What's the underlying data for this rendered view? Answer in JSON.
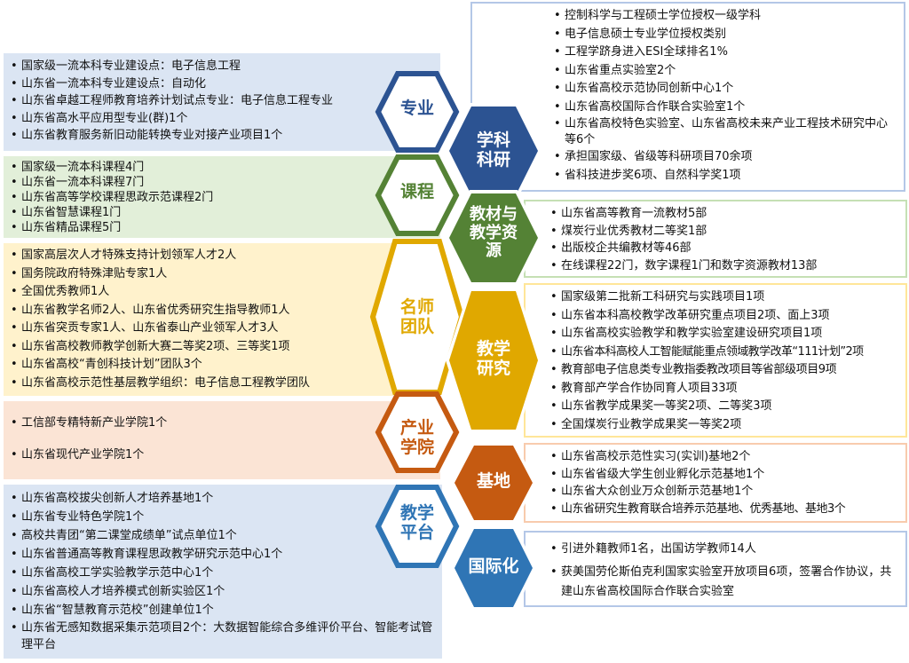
{
  "colors": {
    "blue_dark": "#2c5392",
    "blue_light": "#dbe5f3",
    "green": "#548235",
    "green_light": "#e2efd9",
    "gold": "#e0a800",
    "gold_light": "#fff2cc",
    "orange": "#c55a11",
    "orange_light": "#fbe4d5",
    "teal_blue": "#2f75b5"
  },
  "left_hexes": [
    {
      "label": "专业",
      "color": "#2c5392"
    },
    {
      "label": "课程",
      "color": "#548235"
    },
    {
      "label": "名师\n团队",
      "color": "#e0a800"
    },
    {
      "label": "产业\n学院",
      "color": "#c55a11"
    },
    {
      "label": "教学\n平台",
      "color": "#2f75b5"
    }
  ],
  "right_hexes": [
    {
      "label": "学科\n科研",
      "color": "#2c5392"
    },
    {
      "label": "教材与\n教学资\n源",
      "color": "#548235"
    },
    {
      "label": "教学\n研究",
      "color": "#e0a800"
    },
    {
      "label": "基地",
      "color": "#c55a11"
    },
    {
      "label": "国际化",
      "color": "#2f75b5"
    }
  ],
  "left_panels": {
    "major": [
      "国家级一流本科专业建设点：电子信息工程",
      "山东省一流本科专业建设点：自动化",
      "山东省卓越工程师教育培养计划试点专业：电子信息工程专业",
      "山东省高水平应用型专业(群)1个",
      "山东省教育服务新旧动能转换专业对接产业项目1个"
    ],
    "course": [
      "国家级一流本科课程4门",
      "山东省一流本科课程7门",
      "山东省高等学校课程思政示范课程2门",
      "山东省智慧课程1门",
      "山东省精品课程5门"
    ],
    "teachers": [
      "国家高层次人才特殊支持计划领军人才2人",
      "国务院政府特殊津贴专家1人",
      "全国优秀教师1人",
      "山东省教学名师2人、山东省优秀研究生指导教师1人",
      "山东省突贡专家1人、山东省泰山产业领军人才3人",
      "山东省高校教师教学创新大赛二等奖2项、三等奖1项",
      "山东省高校“青创科技计划”团队3个",
      "山东省高校示范性基层教学组织：电子信息工程教学团队"
    ],
    "industry": [
      "工信部专精特新产业学院1个",
      "山东省现代产业学院1个"
    ],
    "platform": [
      "山东省高校拔尖创新人才培养基地1个",
      "山东省专业特色学院1个",
      "高校共青团“第二课堂成绩单”试点单位1个",
      "山东省普通高等教育课程思政教学研究示范中心1个",
      "山东省高校工学实验教学示范中心1个",
      "山东省高校人才培养模式创新实验区1个",
      "山东省“智慧教育示范校”创建单位1个",
      "山东省无感知数据采集示范项目2个：大数据智能综合多维评价平台、智能考试管理平台"
    ]
  },
  "right_panels": {
    "research": [
      "控制科学与工程硕士学位授权一级学科",
      "电子信息硕士专业学位授权类别",
      "工程学跻身进入ESI全球排名1%",
      "山东省重点实验室2个",
      "山东省高校示范协同创新中心1个",
      "山东省高校国际合作联合实验室1个",
      "山东省高校特色实验室、山东省高校未来产业工程技术研究中心等6个",
      "承担国家级、省级等科研项目70余项",
      "省科技进步奖6项、自然科学奖1项"
    ],
    "textbooks": [
      "山东省高等教育一流教材5部",
      "煤炭行业优秀教材二等奖1部",
      "出版校企共编教材等46部",
      "在线课程22门，数字课程1门和数字资源教材13部"
    ],
    "teaching_research": [
      "国家级第二批新工科研究与实践项目1项",
      "山东省本科高校教学改革研究重点项目2项、面上3项",
      "山东省高校实验教学和教学实验室建设研究项目1项",
      "山东省本科高校人工智能赋能重点领域教学改革“111计划”2项",
      "教育部电子信息类专业教指委教改项目等省部级项目9项",
      "教育部产学合作协同育人项目33项",
      "山东省教学成果奖一等奖2项、二等奖3项",
      "全国煤炭行业教学成果奖一等奖2项"
    ],
    "bases": [
      "山东省高校示范性实习(实训)基地2个",
      "山东省省级大学生创业孵化示范基地1个",
      "山东省大众创业万众创新示范基地1个",
      "山东省研究生教育联合培养示范基地、优秀基地、基地3个"
    ],
    "international": [
      "引进外籍教师1名，出国访学教师14人",
      "获美国劳伦斯伯克利国家实验室开放项目6项，签署合作协议，共建山东省高校国际合作联合实验室"
    ]
  }
}
